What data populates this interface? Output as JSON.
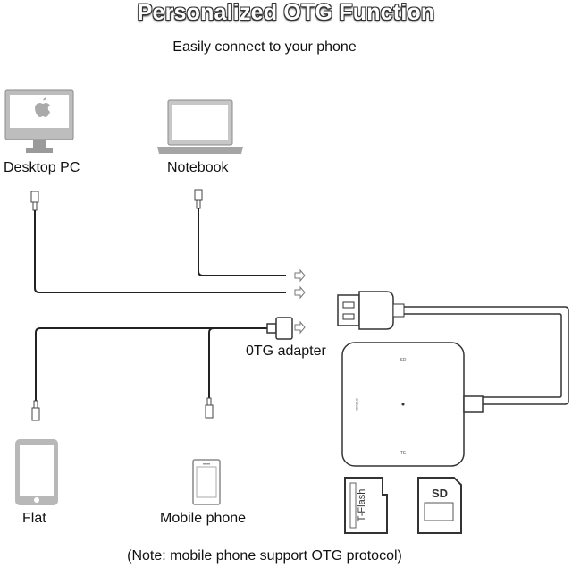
{
  "header": {
    "title": "Personalized OTG Function",
    "subtitle": "Easily connect to your phone"
  },
  "devices": {
    "desktop_pc": "Desktop PC",
    "notebook": "Notebook",
    "flat": "Flat",
    "mobile_phone": "Mobile phone",
    "otg_adapter": "0TG adapter"
  },
  "hub": {
    "label_top": "SD",
    "label_side": "OTG/ID",
    "label_bottom": "TF"
  },
  "cards": {
    "tf_label": "T-Flash",
    "sd_label": "SD"
  },
  "footer": {
    "note": "(Note: mobile phone support OTG protocol)"
  }
}
